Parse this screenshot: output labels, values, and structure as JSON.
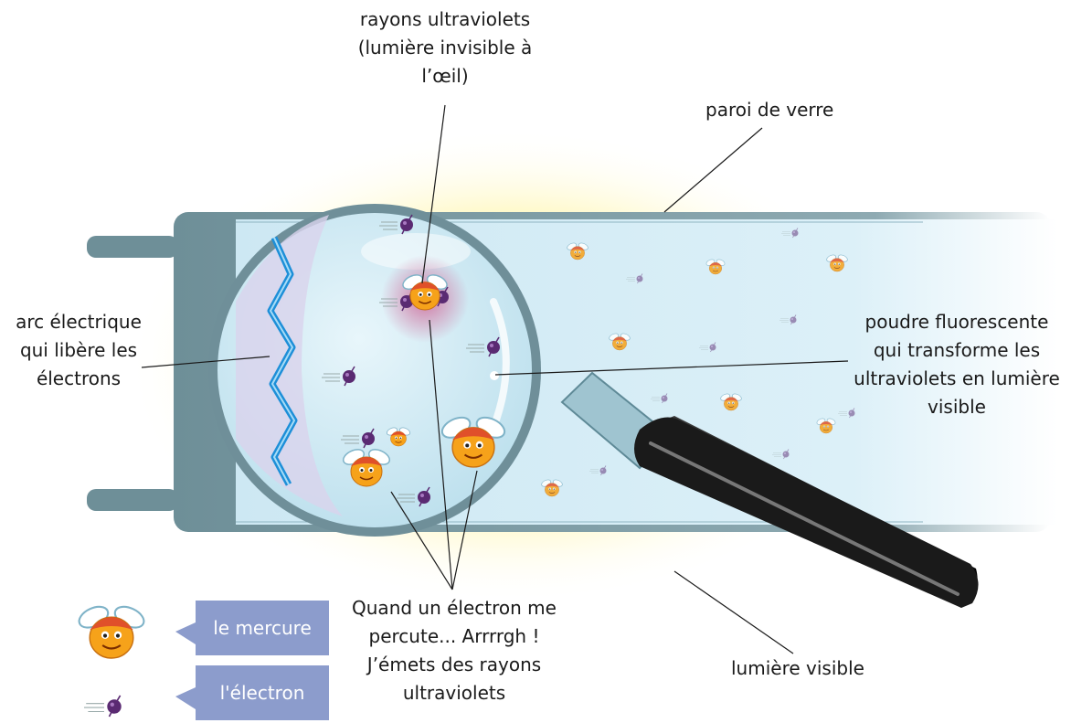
{
  "labels": {
    "uv_line1": "rayons ultraviolets",
    "uv_line2": "(lumière invisible à",
    "uv_line3": "l’œil)",
    "glass": "paroi de verre",
    "arc_line1": "arc électrique",
    "arc_line2": "qui libère les",
    "arc_line3": "électrons",
    "powder_line1": "poudre fluorescente",
    "powder_line2": "qui transforme les",
    "powder_line3": "ultraviolets en lumière",
    "powder_line4": "visible",
    "collision_line1": "Quand un électron me",
    "collision_line2": "percute... Arrrrgh !",
    "collision_line3": "J’émets des rayons",
    "collision_line4": "ultraviolets",
    "visible_light": "lumière visible"
  },
  "legend": {
    "mercury": "le mercure",
    "electron": "l'électron"
  },
  "colors": {
    "tube_cap": "#6e8f98",
    "tube_fill": "#dff1f8",
    "glow": "#fff6a8",
    "arc": "#1d8fd8",
    "electron": "#5a2a72",
    "mercury_face": "#f6a21a",
    "mercury_cap": "#e0502a",
    "legend_box": "#8c9ccc"
  }
}
